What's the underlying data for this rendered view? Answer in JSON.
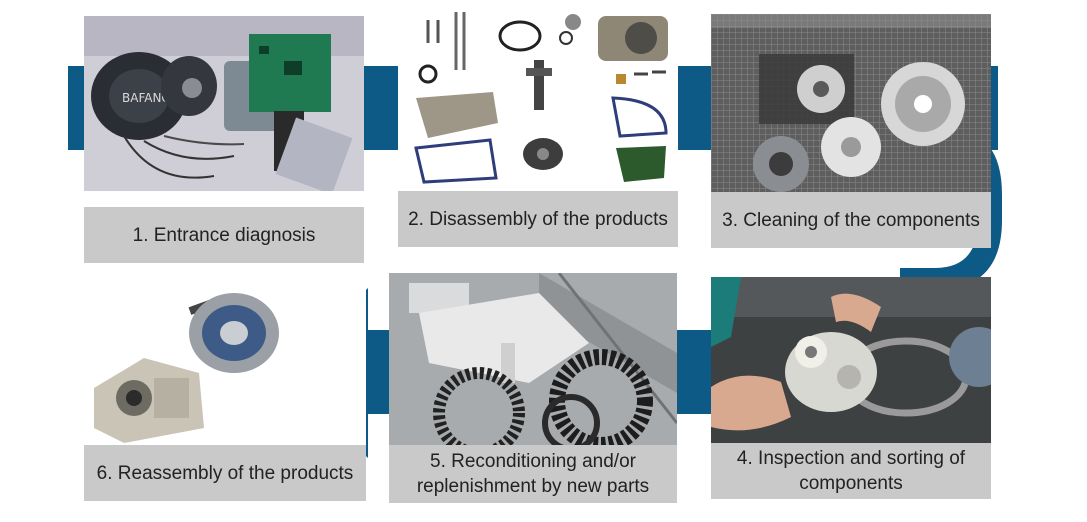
{
  "colors": {
    "flow": "#0d5a86",
    "caption_bg": "#c9c9c9",
    "caption_text": "#222222"
  },
  "steps": [
    {
      "number": "1.",
      "label": "1. Entrance diagnosis",
      "photo": "e-bike drive motor connected to diagnostic circuit board"
    },
    {
      "number": "2.",
      "label": "2. Disassembly of the products",
      "photo": "exploded view of disassembled motor parts"
    },
    {
      "number": "3.",
      "label": "3. Cleaning of the components",
      "photo": "metal parts in a wire cleaning basket"
    },
    {
      "number": "4.",
      "label": "4. Inspection and sorting of components",
      "photo": "hands inspecting a gear assembly"
    },
    {
      "number": "5.",
      "label": "5. Reconditioning and/or replenishment by new parts",
      "photo": "3D printer producing replacement gear rings"
    },
    {
      "number": "6.",
      "label": "6. Reassembly of the products",
      "photo": "reassembled motor housings"
    }
  ]
}
